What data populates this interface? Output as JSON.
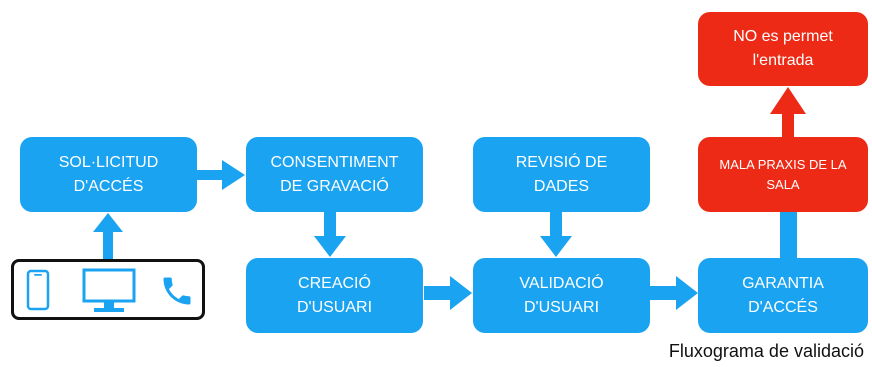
{
  "diagram": {
    "nodes": {
      "request": "SOL·LICITUD\nD'ACCÉS",
      "consent": "CONSENTIMENT\nDE GRAVACIÓ",
      "review": "REVISIÓ DE\nDADES",
      "malpractice": "MALA PRAXIS DE LA\nSALA",
      "denied": "NO es permet\nl'entrada",
      "create": "CREACIÓ\nD'USUARI",
      "validate": "VALIDACIÓ\nD'USUARI",
      "guarantee": "GARANTIA\nD'ACCÉS"
    },
    "device_icons": [
      "phone-icon",
      "monitor-icon",
      "telephone-icon"
    ],
    "caption": "Fluxograma de validació"
  },
  "colors": {
    "primary": "#1aa3f0",
    "alert": "#ec2a16",
    "border": "#111111"
  }
}
